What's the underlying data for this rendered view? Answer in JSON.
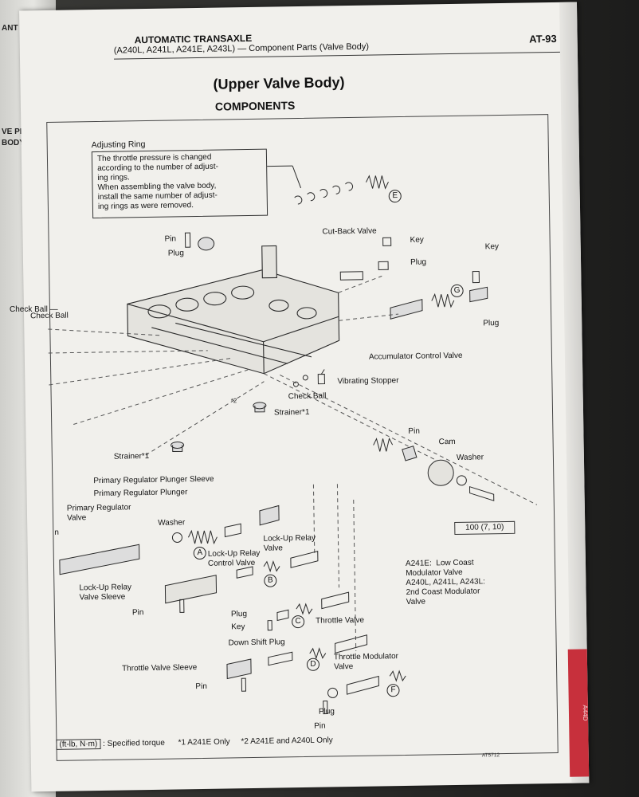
{
  "header": {
    "line1": "AUTOMATIC TRANSAXLE",
    "line2": "(A240L, A241L, A241E, A243L) — Component Parts (Valve Body)",
    "page": "AT-93"
  },
  "title": "(Upper Valve Body)",
  "subtitle": "COMPONENTS",
  "side_fragments": [
    "ANT",
    "VE PLATE A",
    "BODY",
    "Check Ball —"
  ],
  "tab_text": "A44D",
  "note": {
    "title": "Adjusting Ring",
    "text": "The throttle pressure is changed\naccording to the number of adjust-\ning rings.\nWhen assembling the valve body,\ninstall the same number of adjust-\ning rings as were removed."
  },
  "labels": {
    "pin_top": "Pin",
    "plug_top": "Plug",
    "cut_back_valve": "Cut-Back Valve",
    "key_1": "Key",
    "plug_1": "Plug",
    "key_2": "Key",
    "plug_2": "Plug",
    "check_ball_left": "Check Ball",
    "accumulator_control_valve": "Accumulator Control Valve",
    "vibrating_stopper": "Vibrating Stopper",
    "check_ball": "Check Ball",
    "strainer_1": "Strainer*1",
    "strainer_2": "Strainer*1",
    "pin_mid": "Pin",
    "cam": "Cam",
    "washer_right": "Washer",
    "primary_regulator_plunger_sleeve": "Primary Regulator Plunger Sleeve",
    "primary_regulator_plunger": "Primary Regulator Plunger",
    "primary_regulator_valve": "Primary Regulator\nValve",
    "washer_left": "Washer",
    "lock_up_relay_valve": "Lock-Up Relay\nValve",
    "lock_up_relay_control_valve": "Lock-Up Relay\nControl Valve",
    "lock_up_relay_valve_sleeve": "Lock-Up Relay\nValve Sleeve",
    "pin_3": "Pin",
    "modulator_valve": "A241E:  Low Coast\nModulator Valve\nA240L, A241L, A243L:\n2nd Coast Modulator\nValve",
    "plug_3": "Plug",
    "key_3": "Key",
    "throttle_valve": "Throttle Valve",
    "down_shift_plug": "Down Shift Plug",
    "throttle_valve_sleeve": "Throttle Valve Sleeve",
    "throttle_modulator_valve": "Throttle Modulator\nValve",
    "pin_4": "Pin",
    "plug_4": "Plug",
    "pin_5": "Pin",
    "n_fragment": "n"
  },
  "callouts": {
    "A": "A",
    "B": "B",
    "C": "C",
    "D": "D",
    "E": "E",
    "F": "F",
    "G": "G"
  },
  "footnote_marks": {
    "star1": "*1",
    "star2": "*2"
  },
  "torque": "100 (7, 10)",
  "legend": {
    "box": "(ft-lb, N·m)",
    "specified": ": Specified torque",
    "note1": "*1  A241E Only",
    "note2": "*2  A241E and A240L Only"
  },
  "figure_code": "AT5712",
  "colors": {
    "paper": "#f1f0ec",
    "ink": "#151515",
    "tab": "#c7303c",
    "binder": "#1f1f1e"
  }
}
